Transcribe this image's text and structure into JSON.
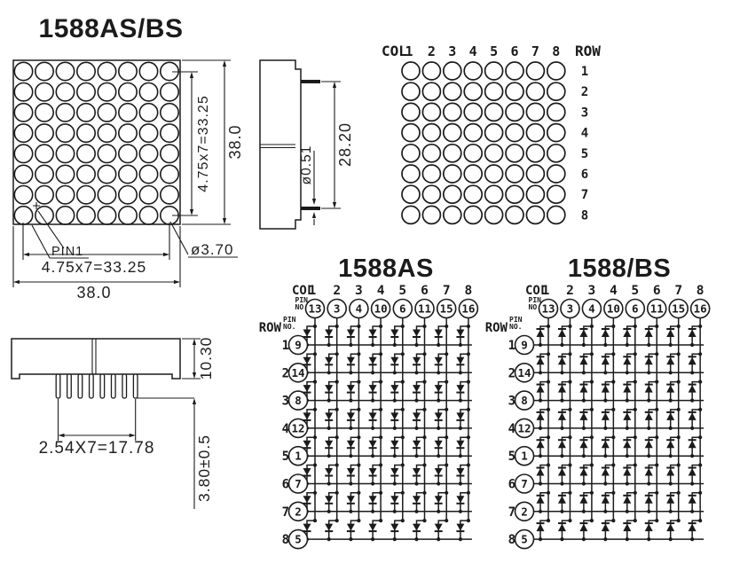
{
  "colors": {
    "ink": "#1b1b1b",
    "background": "#ffffff"
  },
  "front_view": {
    "title": "1588AS/BS",
    "pin1_label": "PIN1",
    "col_pitch_dim": "4.75x7=33.25",
    "row_pitch_dim": "4.75x7=33.25",
    "width_dim": "38.0",
    "height_dim": "38.0",
    "dot_diameter_dim": "ø3.70",
    "rows": 8,
    "cols": 8
  },
  "side_view": {
    "lead_diameter_dim": "ø0.51",
    "lead_span_dim": "28.20"
  },
  "pin_layout": {
    "col_label": "COL",
    "row_label": "ROW",
    "col_numbers": [
      "1",
      "2",
      "3",
      "4",
      "5",
      "6",
      "7",
      "8"
    ],
    "row_numbers": [
      "1",
      "2",
      "3",
      "4",
      "5",
      "6",
      "7",
      "8"
    ]
  },
  "bottom_view": {
    "body_height_dim": "10.30",
    "pin_pitch_dim": "2.54X7=17.78",
    "lead_length_dim": "3.80±0.5"
  },
  "schematics": [
    {
      "title": "1588AS",
      "col_label": "COL",
      "row_label": "ROW",
      "pin_no_label": [
        "PIN",
        "NO."
      ],
      "col_numbers": [
        "1",
        "2",
        "3",
        "4",
        "5",
        "6",
        "7",
        "8"
      ],
      "col_pins": [
        "13",
        "3",
        "4",
        "10",
        "6",
        "11",
        "15",
        "16"
      ],
      "row_numbers": [
        "1",
        "2",
        "3",
        "4",
        "5",
        "6",
        "7",
        "8"
      ],
      "row_pins": [
        "9",
        "14",
        "8",
        "12",
        "1",
        "7",
        "2",
        "5"
      ],
      "diode_direction": "down"
    },
    {
      "title": "1588/BS",
      "col_label": "COL",
      "row_label": "ROW",
      "pin_no_label": [
        "PIN",
        "NO."
      ],
      "col_numbers": [
        "1",
        "2",
        "3",
        "4",
        "5",
        "6",
        "7",
        "8"
      ],
      "col_pins": [
        "13",
        "3",
        "4",
        "10",
        "6",
        "11",
        "15",
        "16"
      ],
      "row_numbers": [
        "1",
        "2",
        "3",
        "4",
        "5",
        "6",
        "7",
        "8"
      ],
      "row_pins": [
        "9",
        "14",
        "8",
        "12",
        "1",
        "7",
        "2",
        "5"
      ],
      "diode_direction": "up"
    }
  ]
}
